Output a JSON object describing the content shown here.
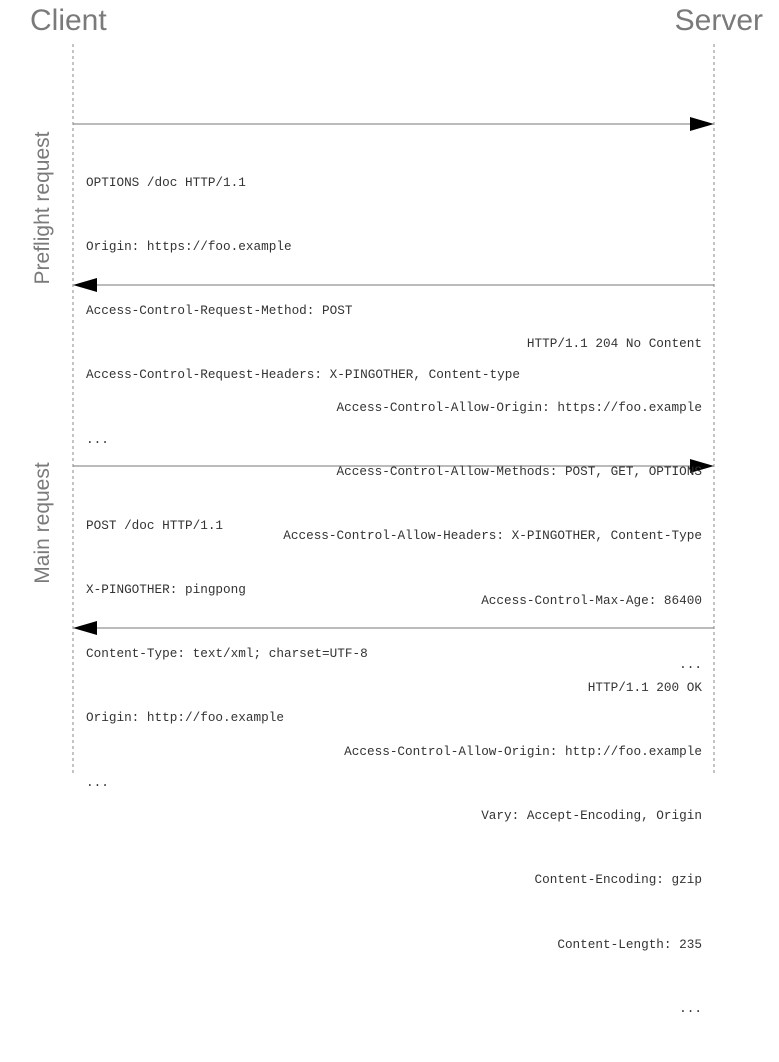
{
  "participants": {
    "client": "Client",
    "server": "Server"
  },
  "phases": {
    "preflight": "Preflight request",
    "main": "Main request"
  },
  "messages": {
    "preflight_request": [
      "OPTIONS /doc HTTP/1.1",
      "Origin: https://foo.example",
      "Access-Control-Request-Method: POST",
      "Access-Control-Request-Headers: X-PINGOTHER, Content-type",
      "..."
    ],
    "preflight_response": [
      "HTTP/1.1 204 No Content",
      "Access-Control-Allow-Origin: https://foo.example",
      "Access-Control-Allow-Methods: POST, GET, OPTIONS",
      "Access-Control-Allow-Headers: X-PINGOTHER, Content-Type",
      "Access-Control-Max-Age: 86400",
      "..."
    ],
    "main_request": [
      "POST /doc HTTP/1.1",
      "X-PINGOTHER: pingpong",
      "Content-Type: text/xml; charset=UTF-8",
      "Origin: http://foo.example",
      "..."
    ],
    "main_response": [
      "HTTP/1.1 200 OK",
      "Access-Control-Allow-Origin: http://foo.example",
      "Vary: Accept-Encoding, Origin",
      "Content-Encoding: gzip",
      "Content-Length: 235",
      "..."
    ]
  }
}
